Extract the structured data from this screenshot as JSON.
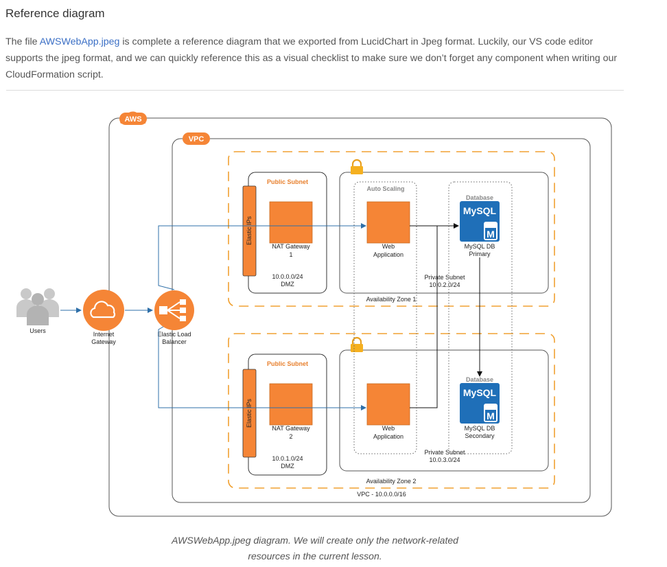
{
  "section": {
    "heading": "Reference diagram",
    "intro_before": "The file ",
    "intro_link": "AWSWebApp.jpeg",
    "intro_after": " is complete a reference diagram that we exported from LucidChart in Jpeg format. Luckily, our VS code editor supports the jpeg format, and we can quickly reference this as a visual checklist to make sure we don’t forget any component when writing our CloudFormation script."
  },
  "diagram": {
    "aws_badge": "AWS",
    "vpc_badge": "VPC",
    "vpc_label": "VPC - 10.0.0.0/16",
    "users": "Users",
    "internet_gateway": [
      "Internet",
      "Gateway"
    ],
    "elb": [
      "Elastic Load",
      "Balancer"
    ],
    "auto_scaling": "Auto Scaling",
    "zone1": {
      "public_subnet_title": "Public Subnet",
      "elastic_ips": "Elastic IPs",
      "nat_gateway": [
        "NAT Gateway",
        "1"
      ],
      "public_cidr": [
        "10.0.0.0/24",
        "DMZ"
      ],
      "web_app": [
        "Web",
        "Application"
      ],
      "database_title": "Database",
      "mysql_logo": "MySQL",
      "mysql_m": "M",
      "db_label": [
        "MySQL DB",
        "Primary"
      ],
      "private_subnet": [
        "Private Subnet",
        "10.0.2.0/24"
      ],
      "az_label": "Availability Zone 1"
    },
    "zone2": {
      "public_subnet_title": "Public Subnet",
      "elastic_ips": "Elastic IPs",
      "nat_gateway": [
        "NAT Gateway",
        "2"
      ],
      "public_cidr": [
        "10.0.1.0/24",
        "DMZ"
      ],
      "web_app": [
        "Web",
        "Application"
      ],
      "database_title": "Database",
      "mysql_logo": "MySQL",
      "mysql_m": "M",
      "db_label": [
        "MySQL DB",
        "Secondary"
      ],
      "private_subnet": [
        "Private Subnet",
        "10.0.3.0/24"
      ],
      "az_label": "Availability Zone 2"
    },
    "colors": {
      "aws_orange": "#f58536",
      "zone_dash": "#f0a030",
      "mysql_blue": "#1f6fb8",
      "arrow_blue": "#2e6fa8"
    }
  },
  "caption": {
    "line1": "AWSWebApp.jpeg diagram. We will create only the network-related",
    "line2": "resources in the current lesson."
  }
}
